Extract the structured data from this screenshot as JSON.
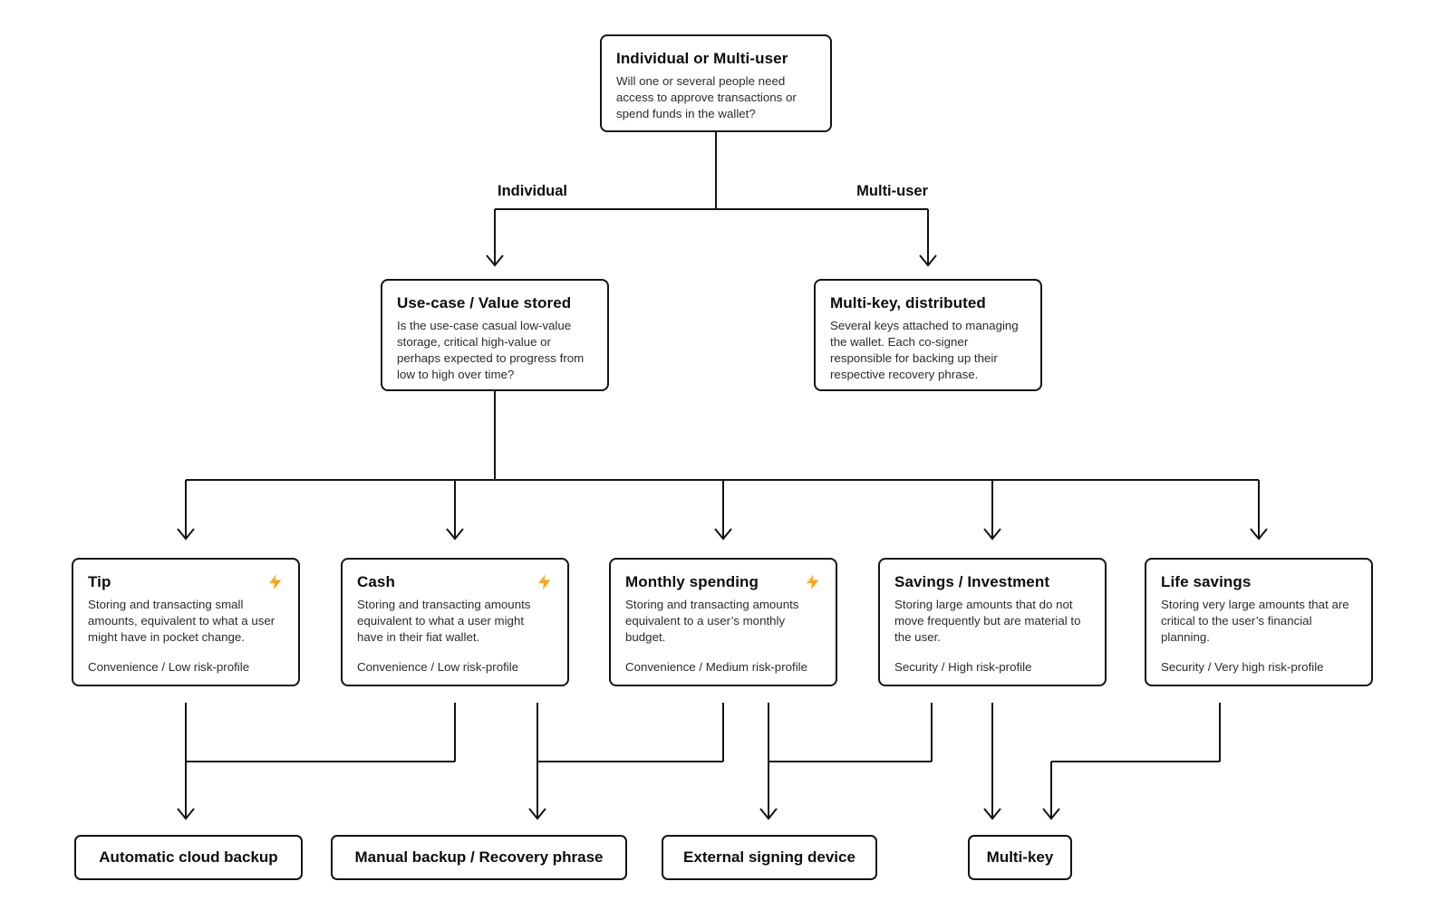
{
  "diagram": {
    "root": {
      "title": "Individual or Multi-user",
      "description": "Will one or several people need access to approve transactions or spend funds in the wallet?"
    },
    "branch_labels": {
      "individual": "Individual",
      "multi_user": "Multi-user"
    },
    "individual_path": {
      "title": "Use-case / Value stored",
      "description": "Is the use-case casual low-value storage, critical high-value or perhaps expected to progress from low to high over time?"
    },
    "multi_user_path": {
      "title": "Multi-key, distributed",
      "description": "Several keys attached to managing the wallet. Each co-signer responsible for backing up their respective recovery phrase."
    },
    "use_cases": [
      {
        "title": "Tip",
        "icon": "lightning-icon",
        "description": "Storing and transacting small amounts, equivalent to what a user might have in pocket change.",
        "risk": "Convenience / Low risk-profile"
      },
      {
        "title": "Cash",
        "icon": "lightning-icon",
        "description": "Storing and transacting amounts equivalent to what a user might have in their fiat wallet.",
        "risk": "Convenience / Low risk-profile"
      },
      {
        "title": "Monthly spending",
        "icon": "lightning-icon",
        "description": "Storing and transacting amounts equivalent to a user’s monthly budget.",
        "risk": "Convenience / Medium risk-profile"
      },
      {
        "title": "Savings / Investment",
        "icon": null,
        "description": "Storing large amounts that do not move frequently but are material to the user.",
        "risk": "Security / High risk-profile"
      },
      {
        "title": "Life savings",
        "icon": null,
        "description": "Storing very large amounts that are critical to the user’s financial planning.",
        "risk": "Security / Very high risk-profile"
      }
    ],
    "outcomes": [
      {
        "label": "Automatic cloud backup"
      },
      {
        "label": "Manual backup / Recovery phrase"
      },
      {
        "label": "External signing device"
      },
      {
        "label": "Multi-key"
      }
    ],
    "colors": {
      "background": "#ffffff",
      "line": "#141414",
      "box_border": "#141414",
      "title_text": "#0d0d0d",
      "body_text": "#2b2b2b",
      "divider": "#a6a6a6",
      "lightning_gradient_from": "#ffc53d",
      "lightning_gradient_to": "#f08c00"
    }
  }
}
